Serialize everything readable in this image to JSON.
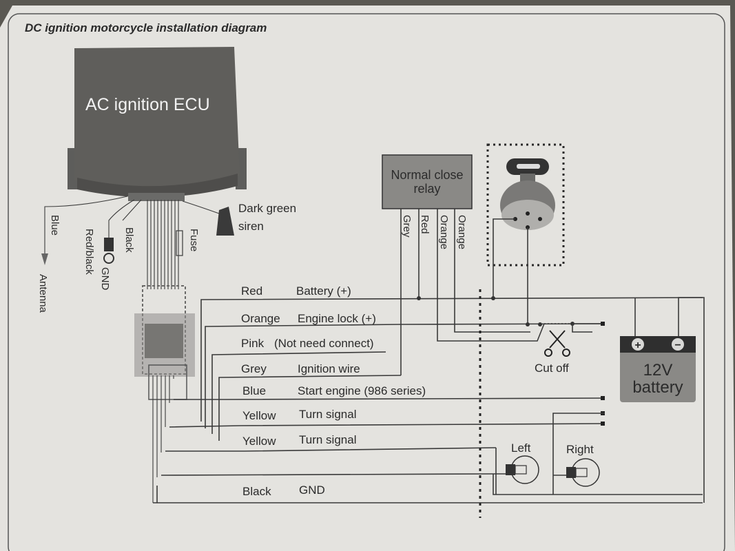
{
  "title": "DC ignition motorcycle installation diagram",
  "ecu": {
    "label": "AC ignition ECU"
  },
  "relay": {
    "line1": "Normal close",
    "line2": "relay",
    "wires": [
      "Grey",
      "Red",
      "Orange",
      "Orange"
    ]
  },
  "left_wires": {
    "blue": "Blue",
    "antenna": "Antenna",
    "red_black": "Red/black",
    "gnd": "GND",
    "black": "Black",
    "fuse": "Fuse"
  },
  "siren": {
    "line1": "Dark green",
    "line2": "siren"
  },
  "harness": [
    {
      "color": "Red",
      "function": "Battery (+)"
    },
    {
      "color": "Orange",
      "function": "Engine lock (+)"
    },
    {
      "color": "Pink",
      "function": "(Not need connect)"
    },
    {
      "color": "Grey",
      "function": "Ignition wire"
    },
    {
      "color": "Blue",
      "function": "Start engine (986 series)"
    },
    {
      "color": "Yellow",
      "function": "Turn signal"
    },
    {
      "color": "Yellow",
      "function": "Turn signal"
    },
    {
      "color": "Black",
      "function": "GND"
    }
  ],
  "cutoff": {
    "label": "Cut off"
  },
  "battery": {
    "line1": "12V",
    "line2": "battery",
    "plus": "+",
    "minus": "−"
  },
  "lamps": {
    "left": "Left",
    "right": "Right"
  }
}
